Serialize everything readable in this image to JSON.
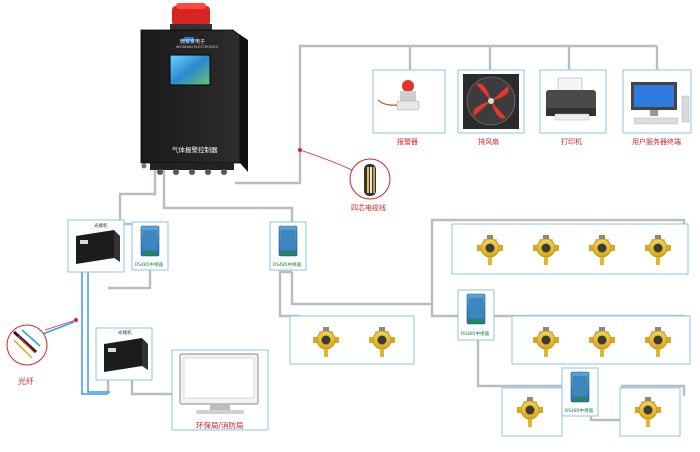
{
  "controller": {
    "brand": "微安安电子",
    "brand_sub": "WEIANAN ELECTRONICS",
    "label": "气体报警控制器"
  },
  "outputs": [
    {
      "label": "报警器",
      "icon": "alarm-siren-icon"
    },
    {
      "label": "排风扇",
      "icon": "exhaust-fan-icon"
    },
    {
      "label": "打印机",
      "icon": "printer-icon"
    },
    {
      "label": "用户服务器终端",
      "icon": "computer-terminal-icon"
    }
  ],
  "cable": {
    "label": "四芯电缆线",
    "icon": "four-core-cable-icon"
  },
  "transceiver": {
    "label": "光端机",
    "icon": "optical-transceiver-icon"
  },
  "repeater": {
    "label": "RS485中继器",
    "icon": "rs485-repeater-icon"
  },
  "fiber": {
    "label": "光纤",
    "icon": "fiber-cable-icon"
  },
  "station": {
    "label": "环保局/消防局",
    "icon": "monitor-icon"
  },
  "detector": {
    "icon": "gas-detector-icon"
  },
  "colors": {
    "pipe": "#b9bcc0",
    "frame": "#8cc6e6",
    "label": "#d4242a",
    "fiber": "#3a9ee0"
  }
}
